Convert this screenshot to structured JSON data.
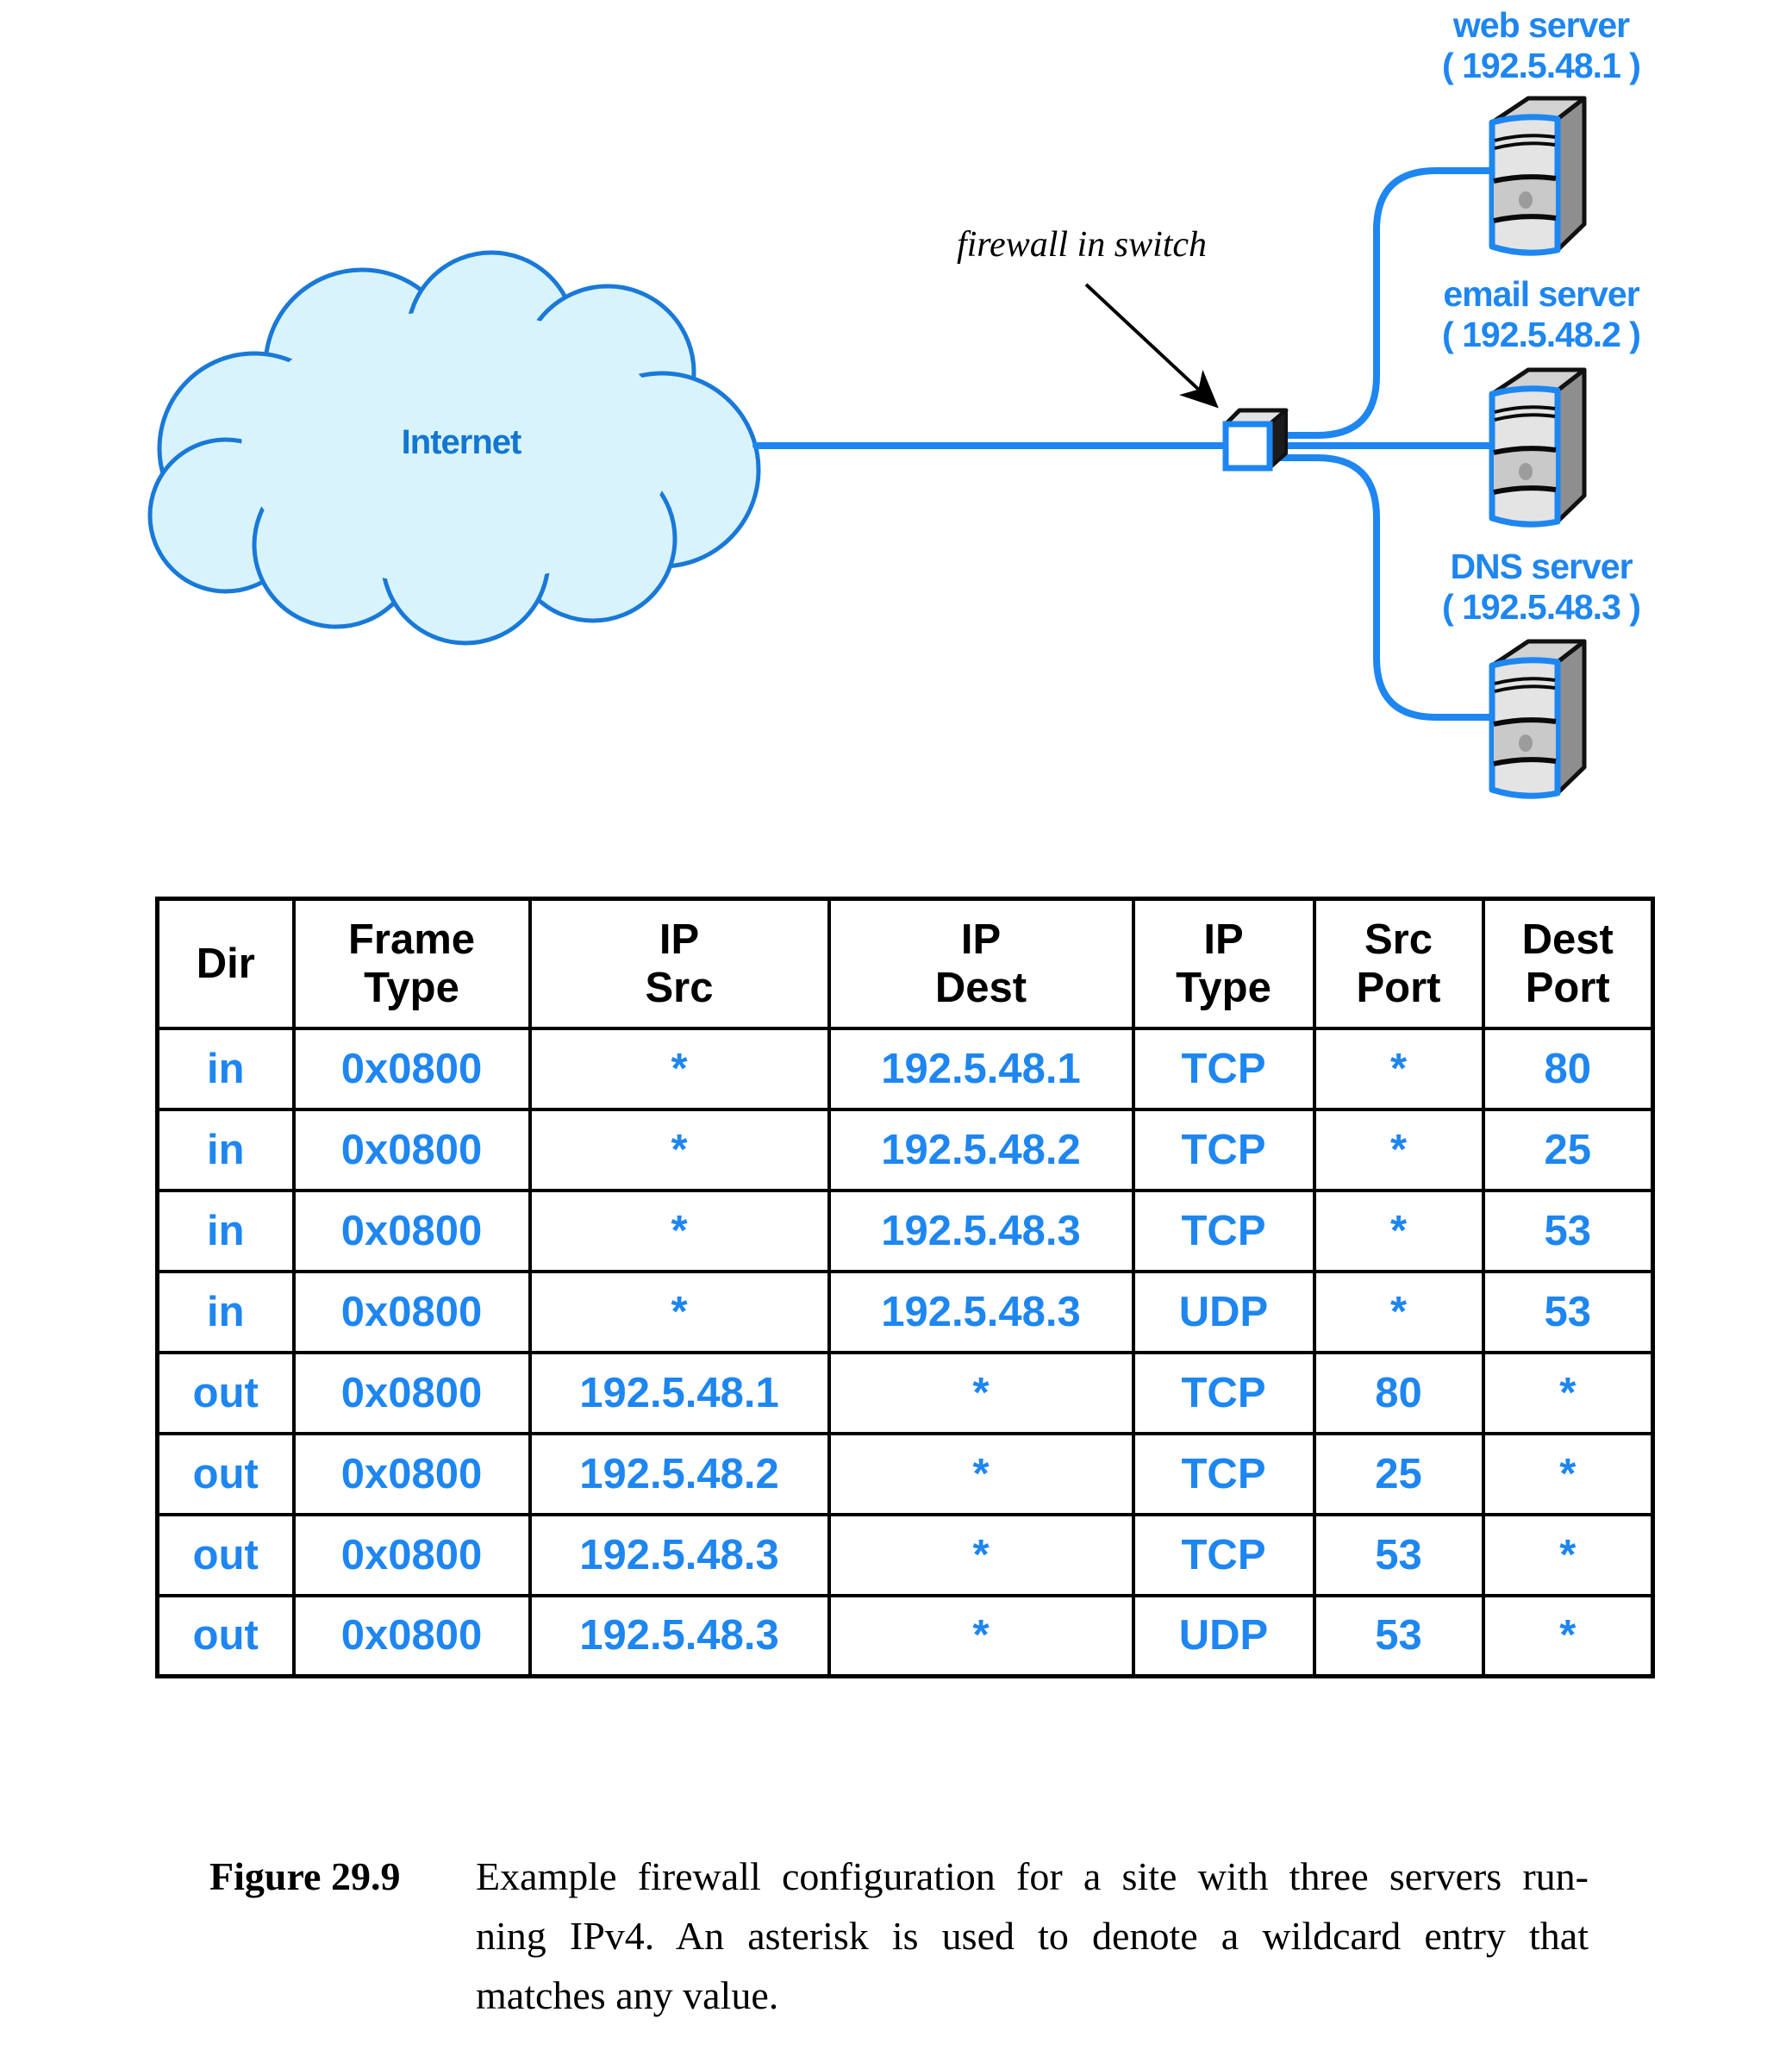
{
  "colors": {
    "blue": "#1e86f0",
    "internet": "#1277d2",
    "cloud_fill": "#d9f3fc",
    "cloud_stroke": "#1979d8",
    "black": "#000000"
  },
  "icons": [
    "internet-cloud-icon",
    "switch-cube-icon",
    "server-tower-icon",
    "annotation-arrow-icon"
  ],
  "diagram": {
    "internet_label": "Internet",
    "firewall_label": "firewall in switch",
    "servers": [
      {
        "name": "web server",
        "ip": "( 192.5.48.1 )"
      },
      {
        "name": "email server",
        "ip": "( 192.5.48.2 )"
      },
      {
        "name": "DNS server",
        "ip": "( 192.5.48.3 )"
      }
    ]
  },
  "table": {
    "headers": [
      [
        "Dir"
      ],
      [
        "Frame",
        "Type"
      ],
      [
        "IP",
        "Src"
      ],
      [
        "IP",
        "Dest"
      ],
      [
        "IP",
        "Type"
      ],
      [
        "Src",
        "Port"
      ],
      [
        "Dest",
        "Port"
      ]
    ],
    "rows": [
      [
        "in",
        "0x0800",
        "*",
        "192.5.48.1",
        "TCP",
        "*",
        "80"
      ],
      [
        "in",
        "0x0800",
        "*",
        "192.5.48.2",
        "TCP",
        "*",
        "25"
      ],
      [
        "in",
        "0x0800",
        "*",
        "192.5.48.3",
        "TCP",
        "*",
        "53"
      ],
      [
        "in",
        "0x0800",
        "*",
        "192.5.48.3",
        "UDP",
        "*",
        "53"
      ],
      [
        "out",
        "0x0800",
        "192.5.48.1",
        "*",
        "TCP",
        "80",
        "*"
      ],
      [
        "out",
        "0x0800",
        "192.5.48.2",
        "*",
        "TCP",
        "25",
        "*"
      ],
      [
        "out",
        "0x0800",
        "192.5.48.3",
        "*",
        "TCP",
        "53",
        "*"
      ],
      [
        "out",
        "0x0800",
        "192.5.48.3",
        "*",
        "UDP",
        "53",
        "*"
      ]
    ]
  },
  "caption": {
    "label": "Figure 29.9",
    "lines": [
      "Example firewall configuration for a site with three servers run-",
      "ning IPv4.  An asterisk is used to denote a wildcard entry that",
      "matches any value."
    ]
  }
}
